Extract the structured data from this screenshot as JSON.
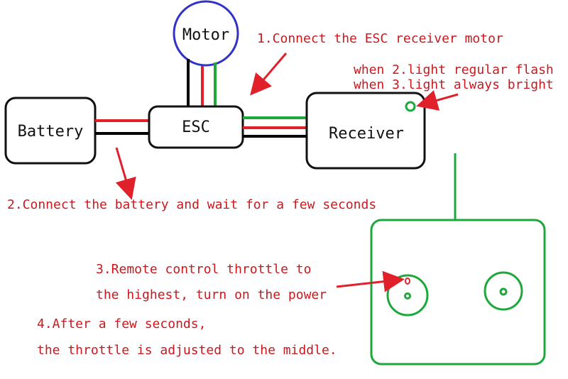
{
  "components": {
    "motor": "Motor",
    "esc": "ESC",
    "battery": "Battery",
    "receiver": "Receiver"
  },
  "steps": {
    "step1": "1.Connect the ESC receiver motor",
    "step2": "2.Connect the battery and wait for a few seconds",
    "led_flash": "when 2.light regular flash",
    "led_bright": "when 3.light always bright",
    "step3_line1": "3.Remote control throttle to",
    "step3_line2": "the highest, turn on the power",
    "step4_line1": "4.After a few seconds,",
    "step4_line2": "the throttle is adjusted to the middle."
  },
  "colors": {
    "text_red": "#c8191e",
    "wire_red": "#e0202a",
    "wire_green": "#1ea83c",
    "wire_black": "#000000",
    "motor_blue": "#3232c8",
    "outline": "#111111"
  }
}
